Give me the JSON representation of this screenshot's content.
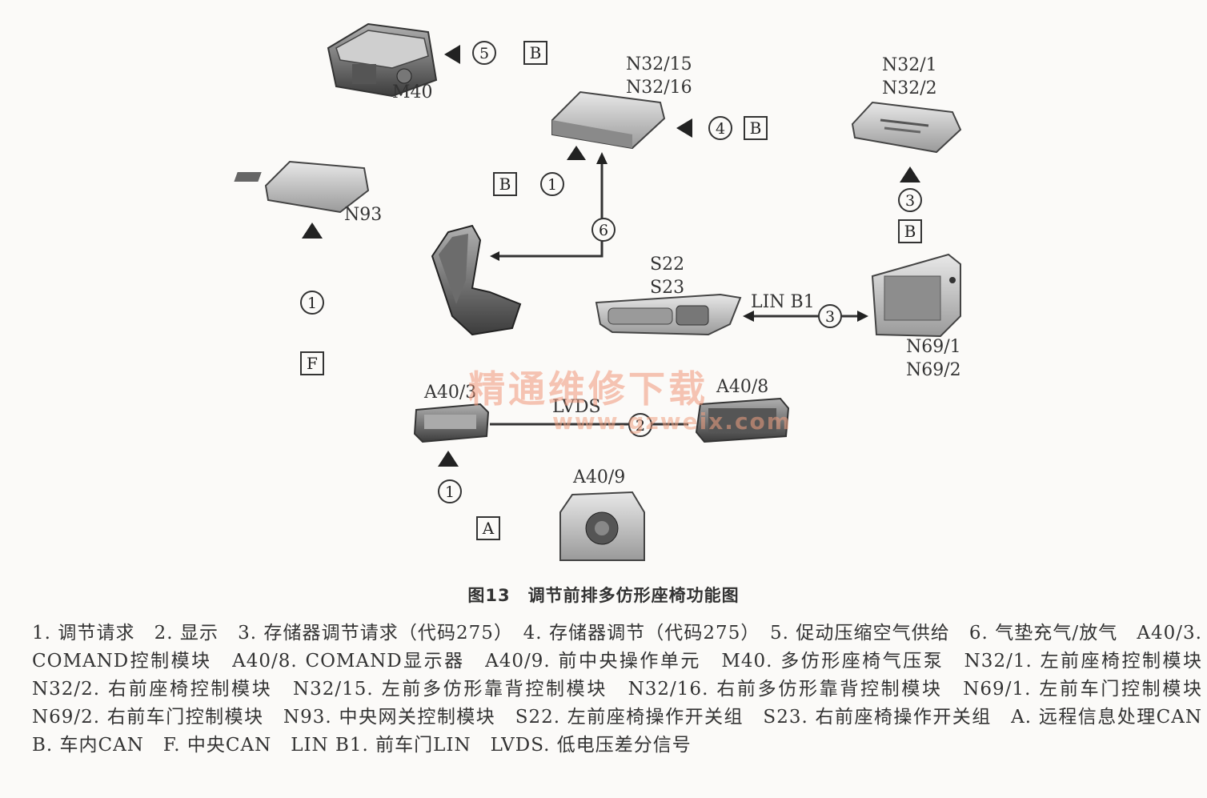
{
  "diagram": {
    "components": {
      "m40": "M40",
      "n32_15": "N32/15",
      "n32_16": "N32/16",
      "n32_1": "N32/1",
      "n32_2": "N32/2",
      "n93": "N93",
      "s22": "S22",
      "s23": "S23",
      "n69_1": "N69/1",
      "n69_2": "N69/2",
      "a40_3": "A40/3",
      "a40_8": "A40/8",
      "a40_9": "A40/9"
    },
    "bus_labels": {
      "b": "B",
      "f": "F",
      "a": "A",
      "lin_b1": "LIN B1",
      "lvds": "LVDS"
    },
    "signal_numbers": {
      "n1": "1",
      "n2": "2",
      "n3": "3",
      "n4": "4",
      "n5": "5",
      "n6": "6"
    }
  },
  "watermark": {
    "text": "精通维修下载",
    "url": "www.gzweix.com"
  },
  "caption": "图13　调节前排多仿形座椅功能图",
  "legend": "1. 调节请求　2. 显示　3. 存储器调节请求（代码275）　4. 存储器调节（代码275）　5. 促动压缩空气供给　6. 气垫充气/放气　A40/3. COMAND控制模块　A40/8. COMAND显示器　A40/9. 前中央操作单元　M40. 多仿形座椅气压泵　N32/1. 左前座椅控制模块　N32/2. 右前座椅控制模块　N32/15. 左前多仿形靠背控制模块　N32/16. 右前多仿形靠背控制模块　N69/1. 左前车门控制模块　N69/2. 右前车门控制模块　N93. 中央网关控制模块　S22. 左前座椅操作开关组　S23. 右前座椅操作开关组　A. 远程信息处理CAN　B. 车内CAN　F. 中央CAN　LIN B1. 前车门LIN　LVDS. 低电压差分信号"
}
